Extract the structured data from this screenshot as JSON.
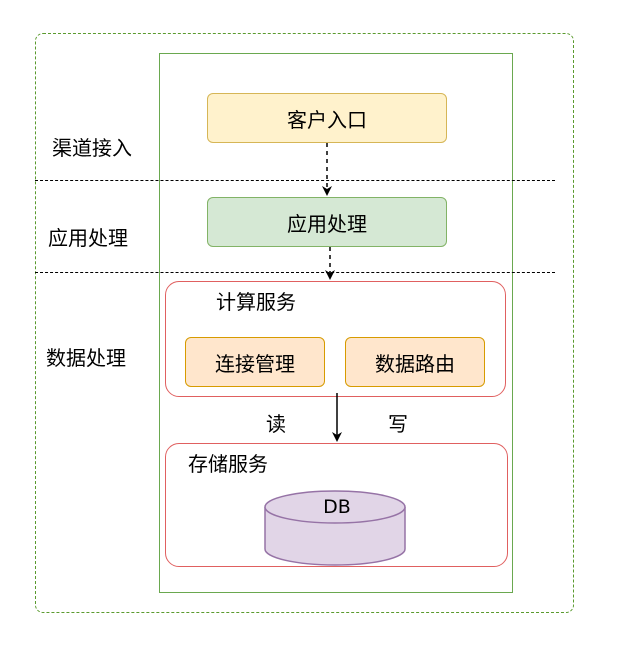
{
  "layers": {
    "channel_access": "渠道接入",
    "app_processing": "应用处理",
    "data_processing": "数据处理"
  },
  "nodes": {
    "client_entry": "客户入口",
    "app_processing": "应用处理",
    "compute_service": {
      "title": "计算服务",
      "connection_management": "连接管理",
      "data_routing": "数据路由"
    },
    "storage_service": {
      "title": "存储服务",
      "database": "DB"
    }
  },
  "edges": {
    "read_label": "读",
    "write_label": "写"
  },
  "colors": {
    "outer_border": "#5a9a2e",
    "inner_border": "#6aa84f",
    "client_fill": "#fff2cc",
    "client_stroke": "#d6b656",
    "app_fill": "#d5e8d4",
    "app_stroke": "#82b366",
    "group_stroke": "#e06060",
    "sub_fill": "#ffe6cc",
    "sub_stroke": "#d79b00",
    "db_fill": "#e1d5e7",
    "db_stroke": "#9673a6"
  }
}
